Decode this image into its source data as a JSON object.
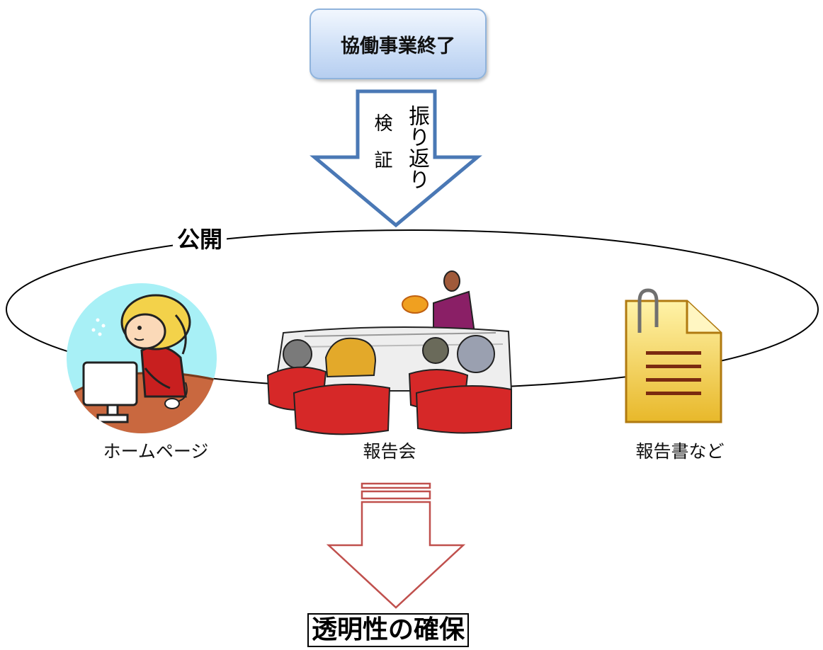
{
  "top_box": {
    "label": "協働事業終了"
  },
  "down_arrow_1": {
    "text_right": "振り返り",
    "text_left": "検証"
  },
  "ellipse": {
    "label": "公開"
  },
  "items": [
    {
      "caption": "ホームページ",
      "icon": "person-at-computer-icon"
    },
    {
      "caption": "報告会",
      "icon": "presentation-meeting-icon"
    },
    {
      "caption": "報告書など",
      "icon": "document-with-paperclip-icon"
    }
  ],
  "result": {
    "label": "透明性の確保"
  },
  "colors": {
    "box_border": "#8fb3dc",
    "arrow1_stroke": "#4a78b5",
    "arrow2_stroke": "#c0504d",
    "ellipse_stroke": "#000000"
  }
}
